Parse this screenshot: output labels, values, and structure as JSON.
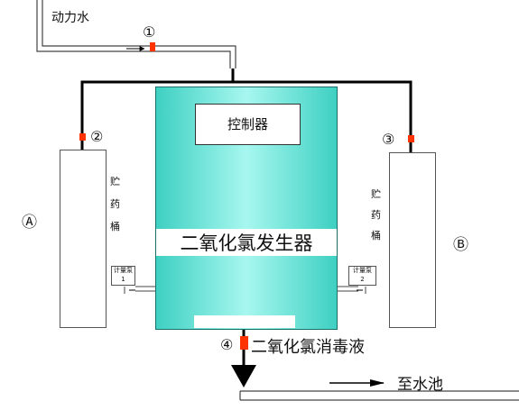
{
  "labels": {
    "power_water": "动力水",
    "valve_1": "①",
    "valve_2": "②",
    "valve_3": "③",
    "valve_4": "④",
    "controller": "控制器",
    "generator": "二氧化氯发生器",
    "tank_a_letter": "Ⓐ",
    "tank_b_letter": "Ⓑ",
    "tank_a_name": [
      "贮",
      "药",
      "桶"
    ],
    "tank_b_name": [
      "贮",
      "药",
      "桶"
    ],
    "pump_1_name": "计量泵",
    "pump_1_number": "1",
    "pump_2_name": "计量泵",
    "pump_2_number": "2",
    "disinfectant": "二氧化氯消毒液",
    "to_pool": "至水池"
  },
  "colors": {
    "generator_fill_center": "#a7f7ef",
    "generator_fill_edge": "#3ed0c2",
    "valve": "#ff3300",
    "pipe": "#000000",
    "line": "#555555"
  }
}
